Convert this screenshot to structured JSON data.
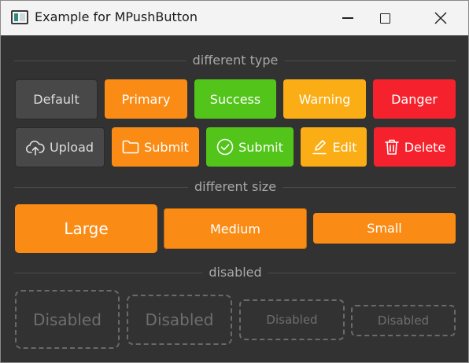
{
  "window": {
    "title": "Example for MPushButton"
  },
  "sections": {
    "type": "different type",
    "size": "different size",
    "disabled": "disabled"
  },
  "row1": [
    "Default",
    "Primary",
    "Success",
    "Warning",
    "Danger"
  ],
  "row2": [
    {
      "label": "Upload",
      "icon": "cloud-upload-icon"
    },
    {
      "label": "Submit",
      "icon": "folder-icon"
    },
    {
      "label": "Submit",
      "icon": "check-circle-icon"
    },
    {
      "label": "Edit",
      "icon": "edit-icon"
    },
    {
      "label": "Delete",
      "icon": "trash-icon"
    }
  ],
  "sizes": [
    "Large",
    "Medium",
    "Small"
  ],
  "disabled_buttons": [
    "Disabled",
    "Disabled",
    "Disabled",
    "Disabled"
  ],
  "colors": {
    "default": "#484848",
    "primary": "#fa8c16",
    "success": "#52c41a",
    "warning": "#faad14",
    "danger": "#f5222d",
    "background": "#323232"
  }
}
